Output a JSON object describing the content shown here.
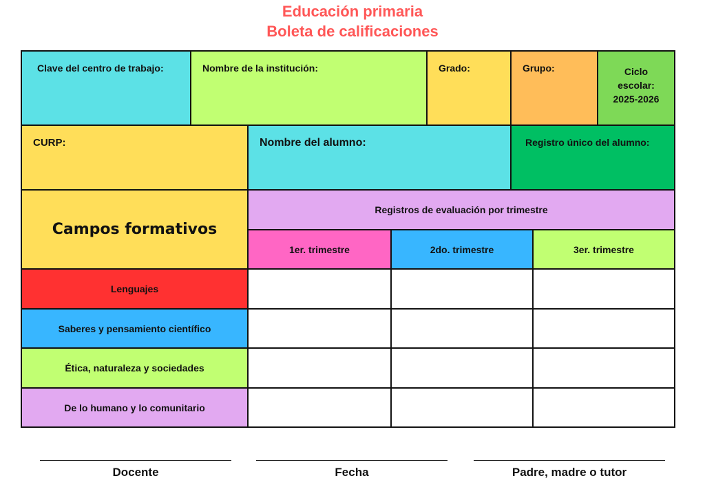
{
  "title": {
    "line1": "Educación primaria",
    "line2": "Boleta de calificaciones"
  },
  "header": {
    "clave": "Clave del centro de trabajo:",
    "institucion": "Nombre de la institución:",
    "grado": "Grado:",
    "grupo": "Grupo:",
    "ciclo": {
      "line1": "Ciclo",
      "line2": "escolar:",
      "line3": "2025-2026"
    },
    "curp": "CURP:",
    "alumno": "Nombre del alumno:",
    "registro": "Registro único del alumno:"
  },
  "grades": {
    "campos_title": "Campos formativos",
    "registros_title": "Registros de evaluación por trimestre",
    "trimestres": [
      "1er. trimestre",
      "2do. trimestre",
      "3er. trimestre"
    ],
    "campos": [
      "Lenguajes",
      "Saberes y pensamiento científico",
      "Ética, naturaleza y sociedades",
      "De lo humano y lo comunitario"
    ]
  },
  "signatures": [
    "Docente",
    "Fecha",
    "Padre, madre o tutor"
  ],
  "colors": {
    "title": "#ff5757",
    "cyan": "#5ce1e6",
    "lime": "#c1ff72",
    "yellow": "#ffde59",
    "orange": "#ffbd59",
    "green": "#7ed957",
    "dark_green": "#00bf63",
    "purple": "#e2a9f1",
    "pink": "#ff66c4",
    "blue": "#38b6ff",
    "red": "#ff3131"
  }
}
